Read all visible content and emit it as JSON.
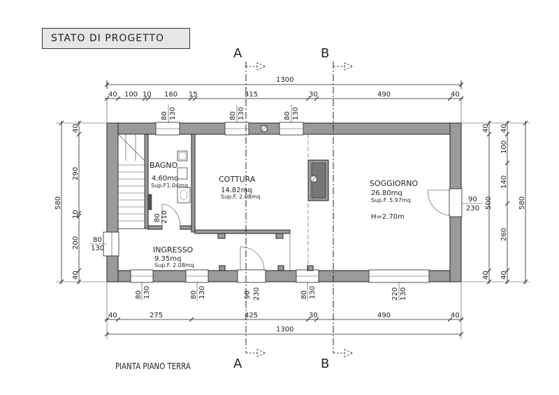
{
  "title": "STATO DI PROGETTO",
  "caption": "PIANTA PIANO TERRA",
  "sections": {
    "a": "A",
    "b": "B"
  },
  "top_dims": {
    "total": "1300",
    "d40a": "40",
    "d100": "100",
    "d10": "10",
    "d160": "160",
    "d15": "15",
    "d415": "415",
    "d30": "30",
    "d490": "490",
    "d40b": "40"
  },
  "bottom_dims": {
    "total": "1300",
    "d40a": "40",
    "d275": "275",
    "d425": "425",
    "d30": "30",
    "d490": "490",
    "d40b": "40"
  },
  "left_dims": {
    "total": "580",
    "d40a": "40",
    "d290": "290",
    "d10": "10",
    "d200": "200",
    "d40b": "40"
  },
  "right_dims": {
    "total": "580",
    "d40a": "40",
    "d100": "100",
    "d140": "140",
    "d500": "500",
    "d260": "260",
    "d40b": "40"
  },
  "openings": {
    "top1": {
      "w": "80",
      "h": "130"
    },
    "top2": {
      "w": "80",
      "h": "130"
    },
    "top3": {
      "w": "80",
      "h": "130"
    },
    "left": {
      "w": "80",
      "h": "130"
    },
    "right": {
      "w": "90",
      "h": "230"
    },
    "bath_door": {
      "w": "80",
      "h": "210"
    },
    "bot1": {
      "w": "80",
      "h": "130"
    },
    "bot2": {
      "w": "80",
      "h": "130"
    },
    "bot_door": {
      "w": "90",
      "h": "230"
    },
    "bot3": {
      "w": "80",
      "h": "130"
    },
    "bot4": {
      "w": "220",
      "h": "130"
    }
  },
  "rooms": {
    "bagno": {
      "name": "BAGNO",
      "area": "4.60mq",
      "sup": "Sup.F1.04mq"
    },
    "cottura": {
      "name": "COTTURA",
      "area": "14.82mq",
      "sup": "Sup.F. 2.08mq"
    },
    "soggiorno": {
      "name": "SOGGIORNO",
      "area": "26.80mq",
      "sup": "Sup.F. 5.97mq",
      "height": "H=2.70m"
    },
    "ingresso": {
      "name": "INGRESSO",
      "area": "9.35mq",
      "sup": "Sup.F. 2.08mq"
    }
  }
}
